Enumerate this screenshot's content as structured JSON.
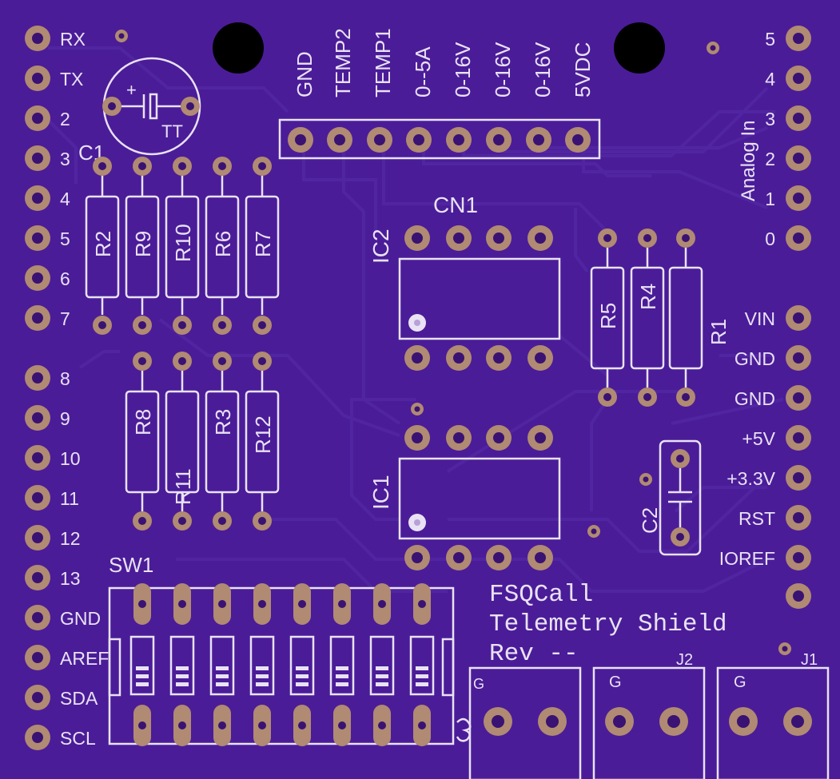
{
  "board": {
    "colors": {
      "background": "#4b1c98",
      "silkscreen": "#e8e2f4",
      "pad": "#b08a72",
      "trace": "#5125a1",
      "mounting_hole": "#000000"
    },
    "left_header_pins": [
      "RX",
      "TX",
      "2",
      "3",
      "4",
      "5",
      "6",
      "7",
      "8",
      "9",
      "10",
      "11",
      "12",
      "13",
      "GND",
      "AREF",
      "SDA",
      "SCL"
    ],
    "right_analog_pins": [
      "5",
      "4",
      "3",
      "2",
      "1",
      "0"
    ],
    "right_analog_label": "Analog In",
    "right_power_pins": [
      "VIN",
      "GND",
      "GND",
      "+5V",
      "+3.3V",
      "RST",
      "IOREF"
    ],
    "connector_labels": [
      "GND",
      "TEMP2",
      "TEMP1",
      "0--5A",
      "0-16V",
      "0-16V",
      "0-16V",
      "5VDC"
    ],
    "connector_ref": "CN1",
    "chip_refs": {
      "ic1": "IC1",
      "ic2": "IC2"
    },
    "capacitors": {
      "c1": "C1",
      "c1_marking": "TT",
      "c1_polarity": "+",
      "c2": "C2"
    },
    "switch_ref": "SW1",
    "resistors_top_row": [
      "R2",
      "R9",
      "R10",
      "R6",
      "R7"
    ],
    "resistors_bottom_row": [
      "R8",
      "R11",
      "R3",
      "R12"
    ],
    "resistors_right": [
      "R5",
      "R4",
      "R1"
    ],
    "title_lines": [
      "FSQCall",
      "Telemetry Shield",
      "Rev --"
    ],
    "terminals": [
      {
        "ref": "",
        "ground_label": "G"
      },
      {
        "ref": "J2",
        "ground_label": "G"
      },
      {
        "ref": "J1",
        "ground_label": "G"
      }
    ]
  }
}
